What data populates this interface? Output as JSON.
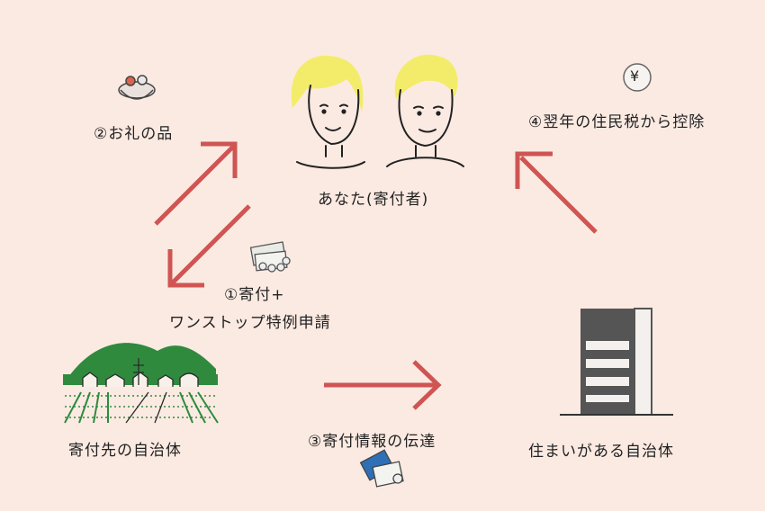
{
  "nodes": {
    "donor": "あなた(寄付者)",
    "gift_municipality": "寄付先の自治体",
    "home_municipality": "住まいがある自治体"
  },
  "steps": {
    "step1_line1": "①寄付+",
    "step1_line2": "ワンストップ特例申請",
    "step2": "②お礼の品",
    "step3": "③寄付情報の伝達",
    "step4": "④翌年の住民税から控除"
  },
  "yen_symbol": "¥",
  "colors": {
    "background": "#fbeae2",
    "arrow": "#cf5553",
    "hair": "#f3ec6a",
    "mountain": "#2f8a3e"
  }
}
